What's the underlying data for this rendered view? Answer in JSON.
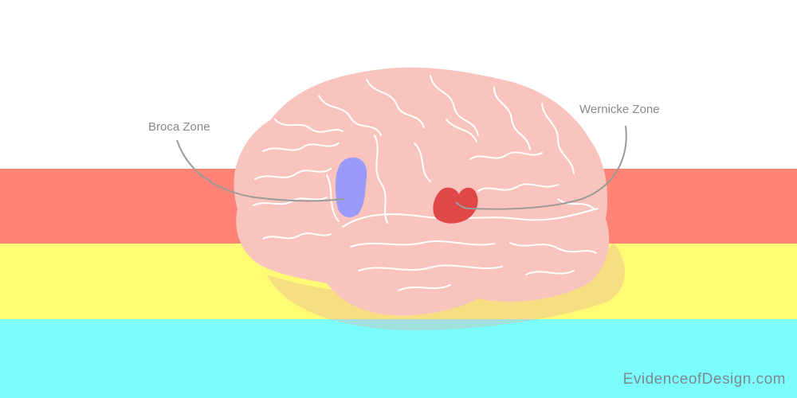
{
  "colors": {
    "band_white": "#ffffff",
    "band_red": "#ff8476",
    "band_yellow": "#fffb74",
    "band_cyan": "#7cfdfd",
    "brain_fill": "#f9c4bd",
    "brain_shadow": "#e9a89f",
    "gyri_lines": "#ffffff",
    "broca_zone": "#9a9af8",
    "wernicke_zone": "#e04848",
    "leader_lines": "#9a9a9a"
  },
  "labels": {
    "broca": "Broca Zone",
    "wernicke": "Wernicke Zone"
  },
  "watermark": "EvidenceofDesign.com"
}
